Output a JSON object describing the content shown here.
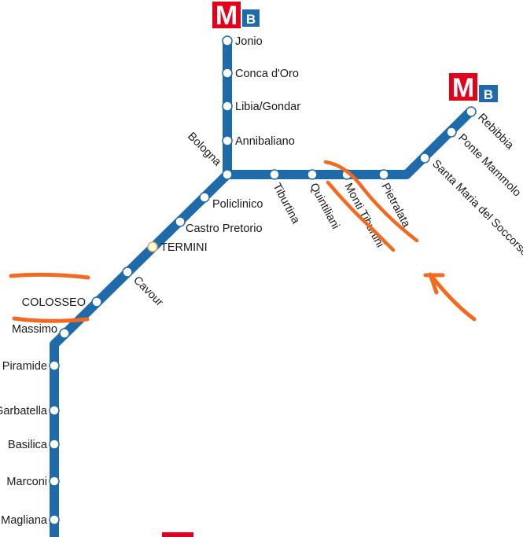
{
  "colors": {
    "line": "#1f6aa8",
    "logo_red": "#e3001b",
    "logo_blue": "#1f6aa8",
    "annotation": "#f26a21",
    "station_fill": "#ffffff"
  },
  "logo": {
    "letter": "M",
    "line": "B"
  },
  "stations": {
    "jonio": "Jonio",
    "conca_doro": "Conca d'Oro",
    "libia_gondar": "Libia/Gondar",
    "annibaliano": "Annibaliano",
    "bologna": "Bologna",
    "policlinico": "Policlinico",
    "castro_pretorio": "Castro Pretorio",
    "termini": "TERMINI",
    "cavour": "Cavour",
    "colosseo": "COLOSSEO",
    "circo_massimo": "Massimo",
    "piramide": "Piramide",
    "garbatella": "Garbatella",
    "basilica": "Basilica",
    "marconi": "Marconi",
    "magliana": "Magliana",
    "tiburtina": "Tiburtina",
    "quintiliani": "Quintiliani",
    "monti_tiburtini": "Monti Tiburtini",
    "pietralata": "Pietralata",
    "santa_maria_del_soccorso": "Santa Maria del Soccorso",
    "ponte_mammolo": "Ponte Mammolo",
    "rebibbia": "Rebibbia"
  }
}
